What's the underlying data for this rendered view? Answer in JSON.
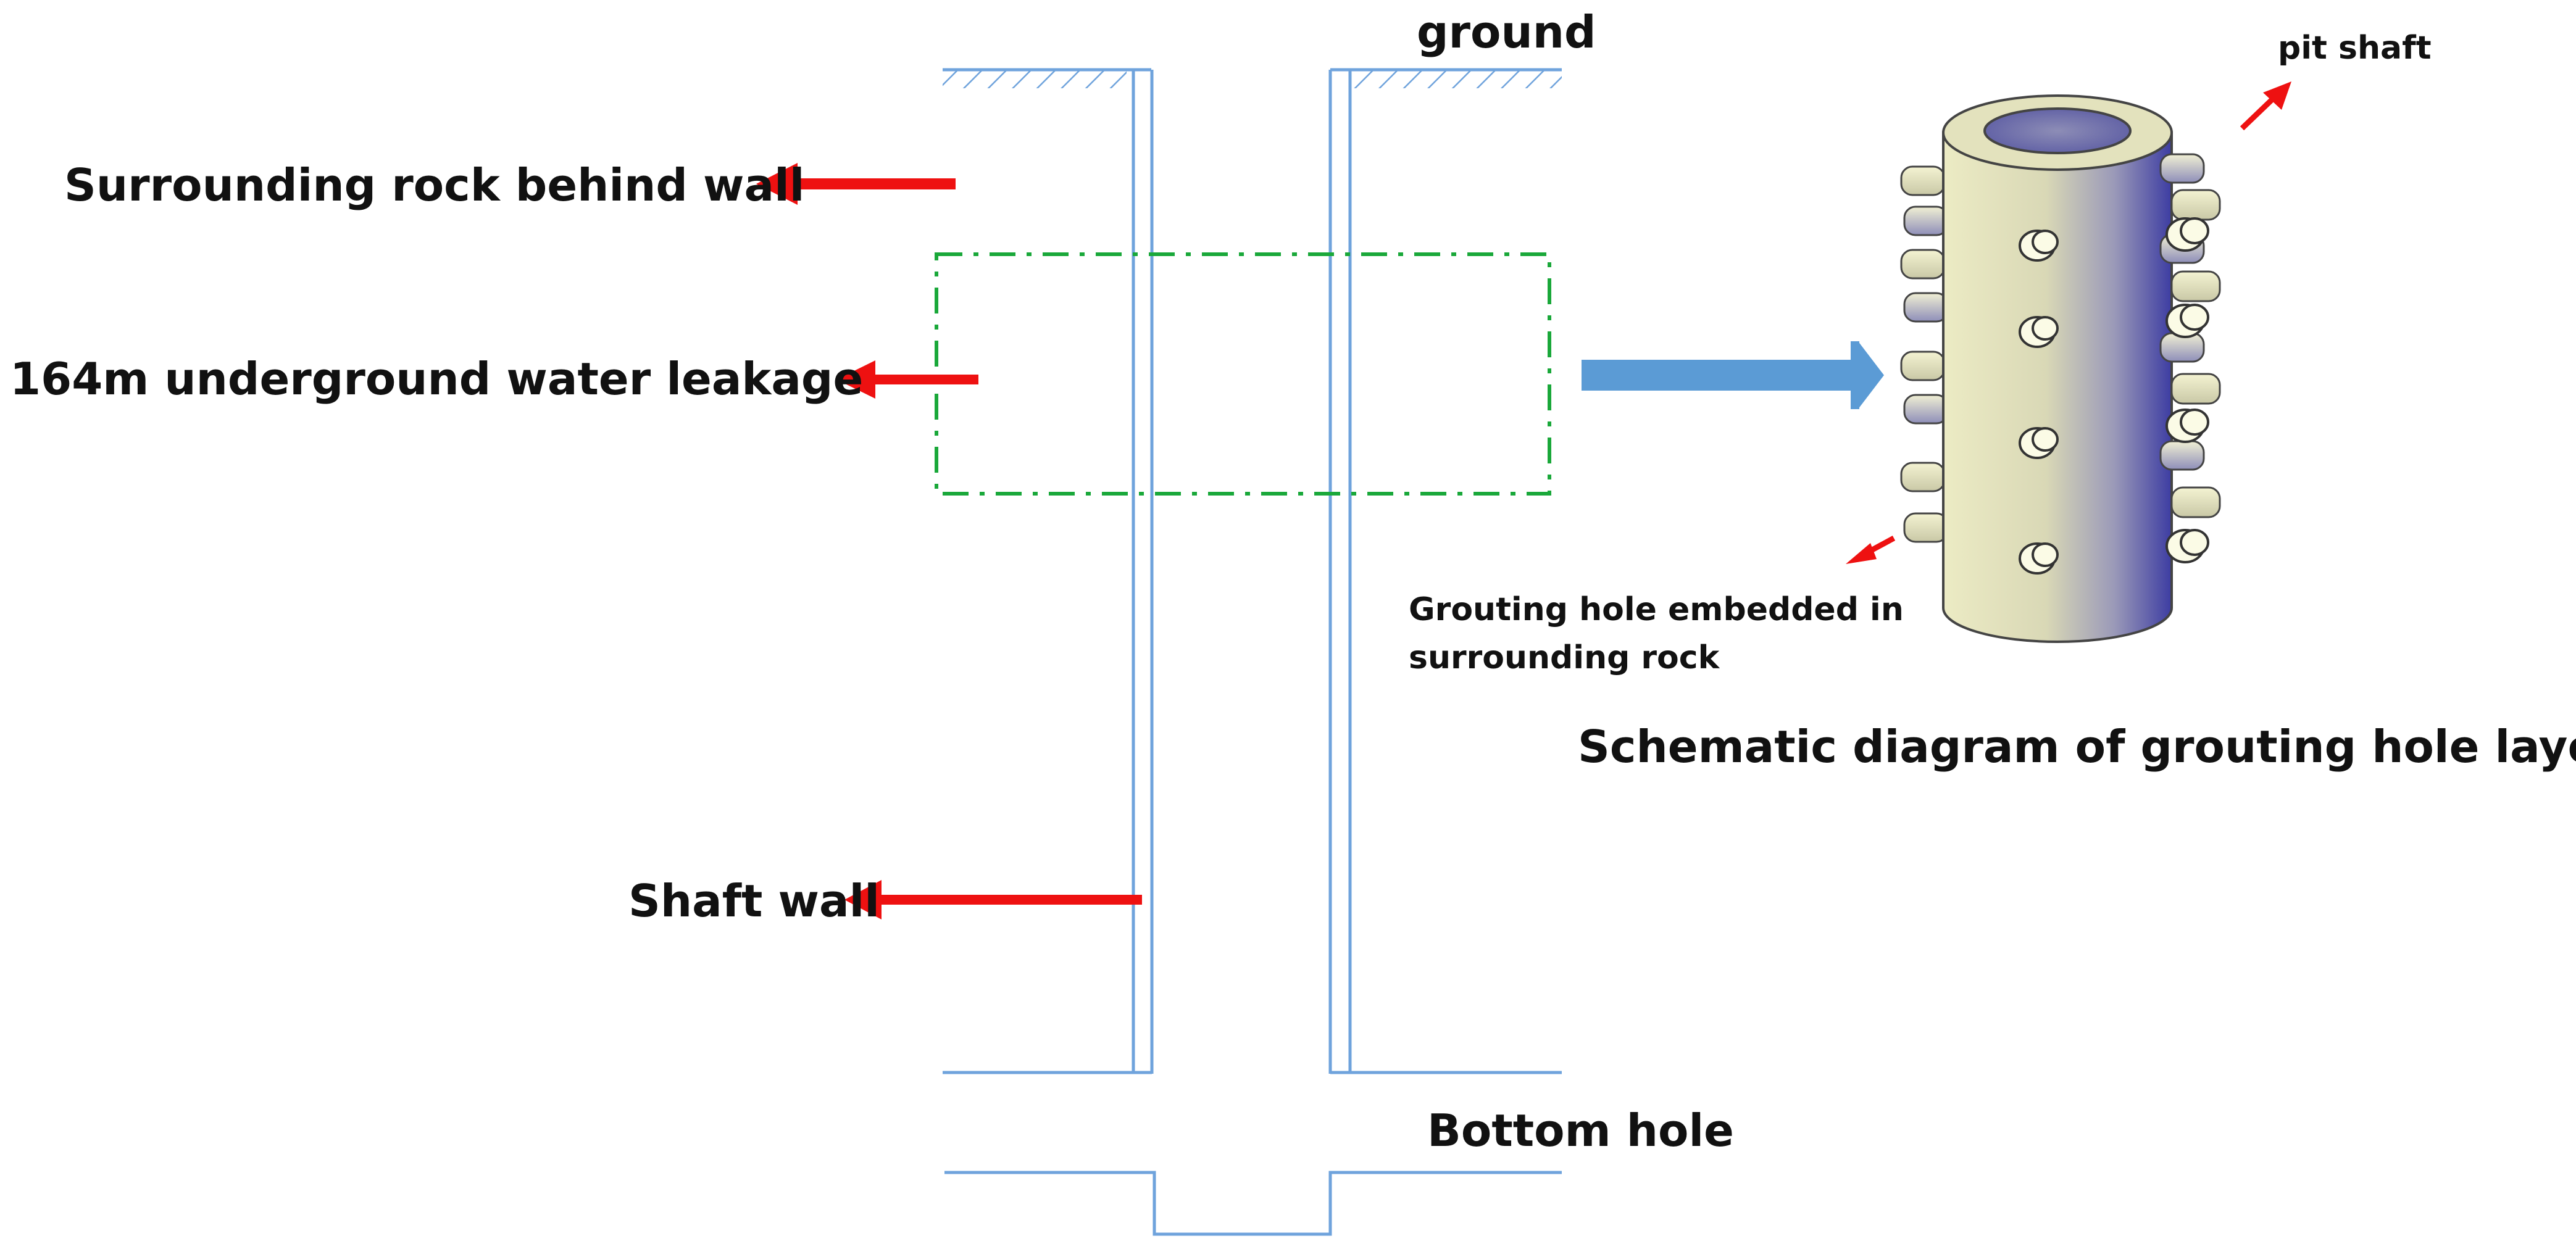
{
  "labels": {
    "ground": "ground",
    "surrounding_rock": "Surrounding rock behind wall",
    "water_leakage": "164m underground water leakage",
    "shaft_wall": "Shaft wall",
    "bottom_hole": "Bottom hole",
    "pit_shaft": "pit shaft",
    "grouting_hole_line1": "Grouting hole embedded in",
    "grouting_hole_line2": "surrounding rock",
    "schematic_caption": "Schematic diagram of grouting hole layout"
  },
  "colors": {
    "shaft_line": "#6fa3dc",
    "hatch": "#6fa3dc",
    "red_arrow": "#ee1111",
    "green_box": "#1aa83a",
    "blue_arrow": "#5b9bd5",
    "cylinder_light": "#e6e6b8",
    "cylinder_dark": "#4a4aa6",
    "text": "#111111"
  }
}
